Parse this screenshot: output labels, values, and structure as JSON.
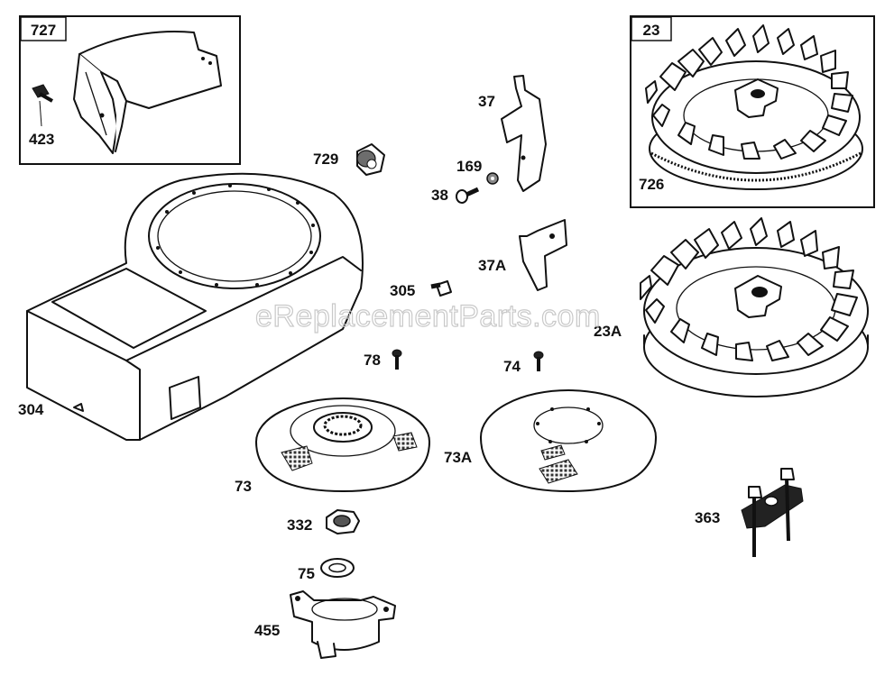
{
  "watermark": "eReplacementParts.com",
  "boxes": {
    "b727": {
      "label": "727"
    },
    "b23": {
      "label": "23"
    }
  },
  "labels": {
    "p423": "423",
    "p729": "729",
    "p37": "37",
    "p169": "169",
    "p38": "38",
    "p726": "726",
    "p37A": "37A",
    "p305": "305",
    "p23A": "23A",
    "p304": "304",
    "p78": "78",
    "p74": "74",
    "p73": "73",
    "p73A": "73A",
    "p332": "332",
    "p363": "363",
    "p75": "75",
    "p455": "455"
  }
}
